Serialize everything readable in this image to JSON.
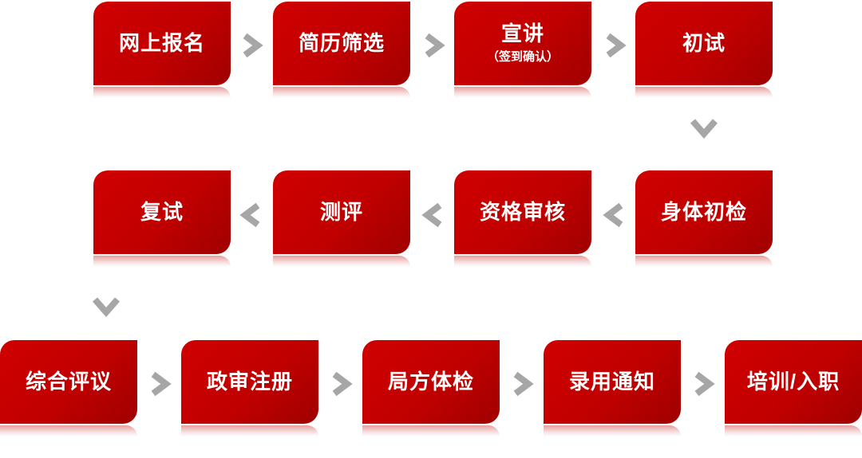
{
  "steps": [
    {
      "label": "网上报名"
    },
    {
      "label": "简历筛选"
    },
    {
      "label": "宣讲",
      "sublabel": "（签到确认）"
    },
    {
      "label": "初试"
    },
    {
      "label": "身体初检"
    },
    {
      "label": "资格审核"
    },
    {
      "label": "测评"
    },
    {
      "label": "复试"
    },
    {
      "label": "综合评议"
    },
    {
      "label": "政审注册"
    },
    {
      "label": "局方体检"
    },
    {
      "label": "录用通知"
    },
    {
      "label": "培训/入职"
    }
  ],
  "icons": {
    "next": "chevron-right-icon",
    "back": "chevron-left-icon",
    "down": "chevron-down-icon"
  },
  "colors": {
    "box": "#c00000",
    "box_dark": "#a00000",
    "arrow": "#a6a6a6",
    "background": "#ffffff"
  }
}
